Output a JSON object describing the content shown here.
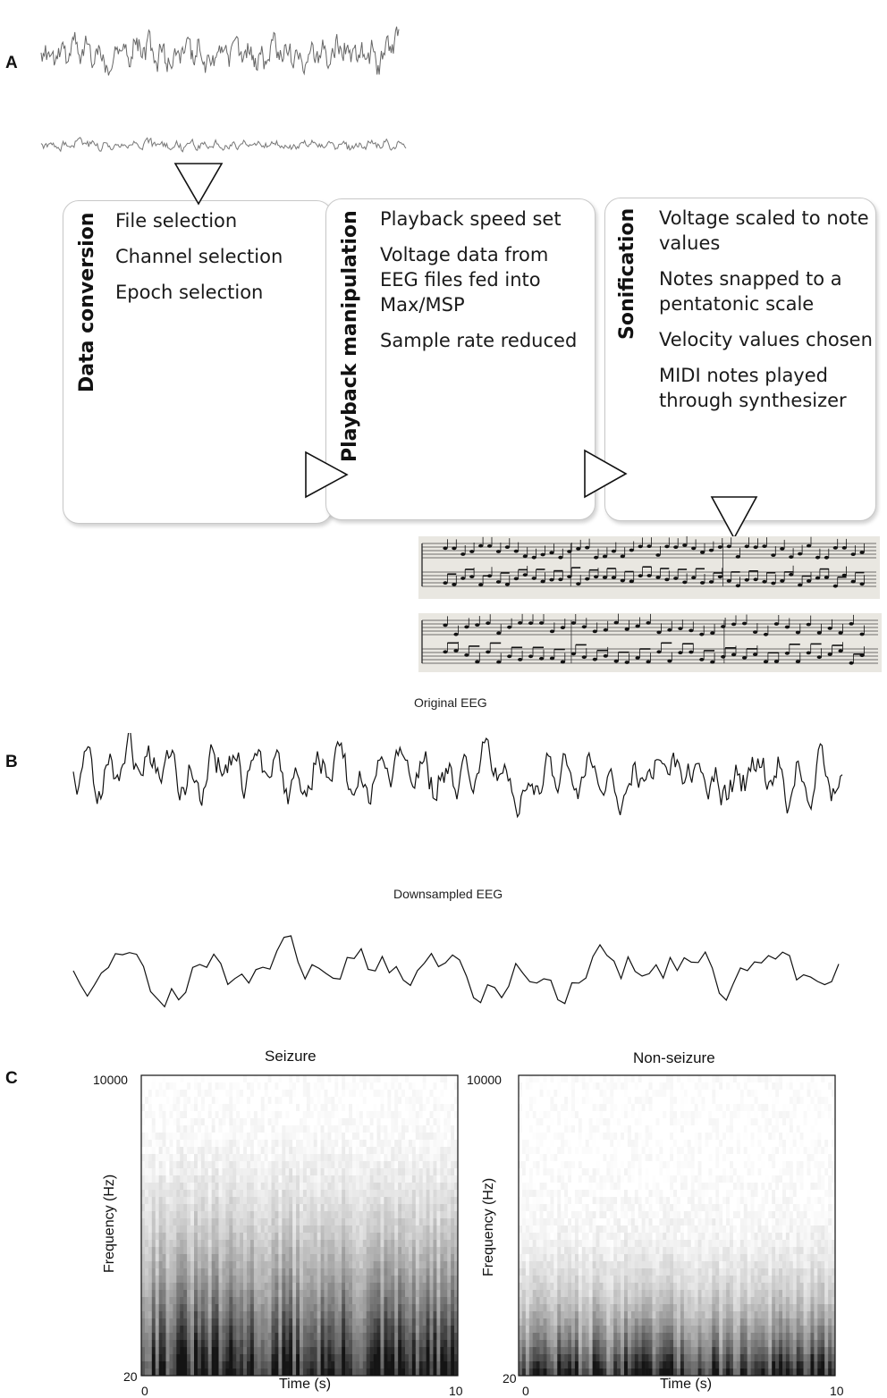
{
  "panels": {
    "a": "A",
    "b": "B",
    "c": "C"
  },
  "flow": [
    {
      "title": "Data conversion",
      "items": [
        "File selection",
        "Channel selection",
        "Epoch selection"
      ]
    },
    {
      "title": "Playback manipulation",
      "items": [
        "Playback speed set",
        "Voltage data from EEG files fed into Max/MSP",
        "Sample rate reduced"
      ]
    },
    {
      "title": "Sonification",
      "items": [
        "Voltage scaled to note values",
        "Notes snapped to a pentatonic scale",
        "Velocity values chosen",
        "MIDI notes played through synthesizer"
      ]
    }
  ],
  "panel_b": {
    "original_caption": "Original EEG",
    "downsampled_caption": "Downsampled EEG"
  },
  "chart_data": [
    {
      "type": "heatmap",
      "title": "Seizure",
      "xlabel": "Time (s)",
      "ylabel": "Frequency (Hz)",
      "xlim": [
        0,
        10
      ],
      "ylim": [
        20,
        10000
      ],
      "xticks": [
        "0",
        "10"
      ],
      "yticks": [
        "10000",
        "20"
      ]
    },
    {
      "type": "heatmap",
      "title": "Non-seizure",
      "xlabel": "Time (s)",
      "ylabel": "Frequency (Hz)",
      "xlim": [
        0,
        10
      ],
      "ylim": [
        20,
        10000
      ],
      "xticks": [
        "0",
        "10"
      ],
      "yticks": [
        "10000",
        "20"
      ]
    }
  ]
}
